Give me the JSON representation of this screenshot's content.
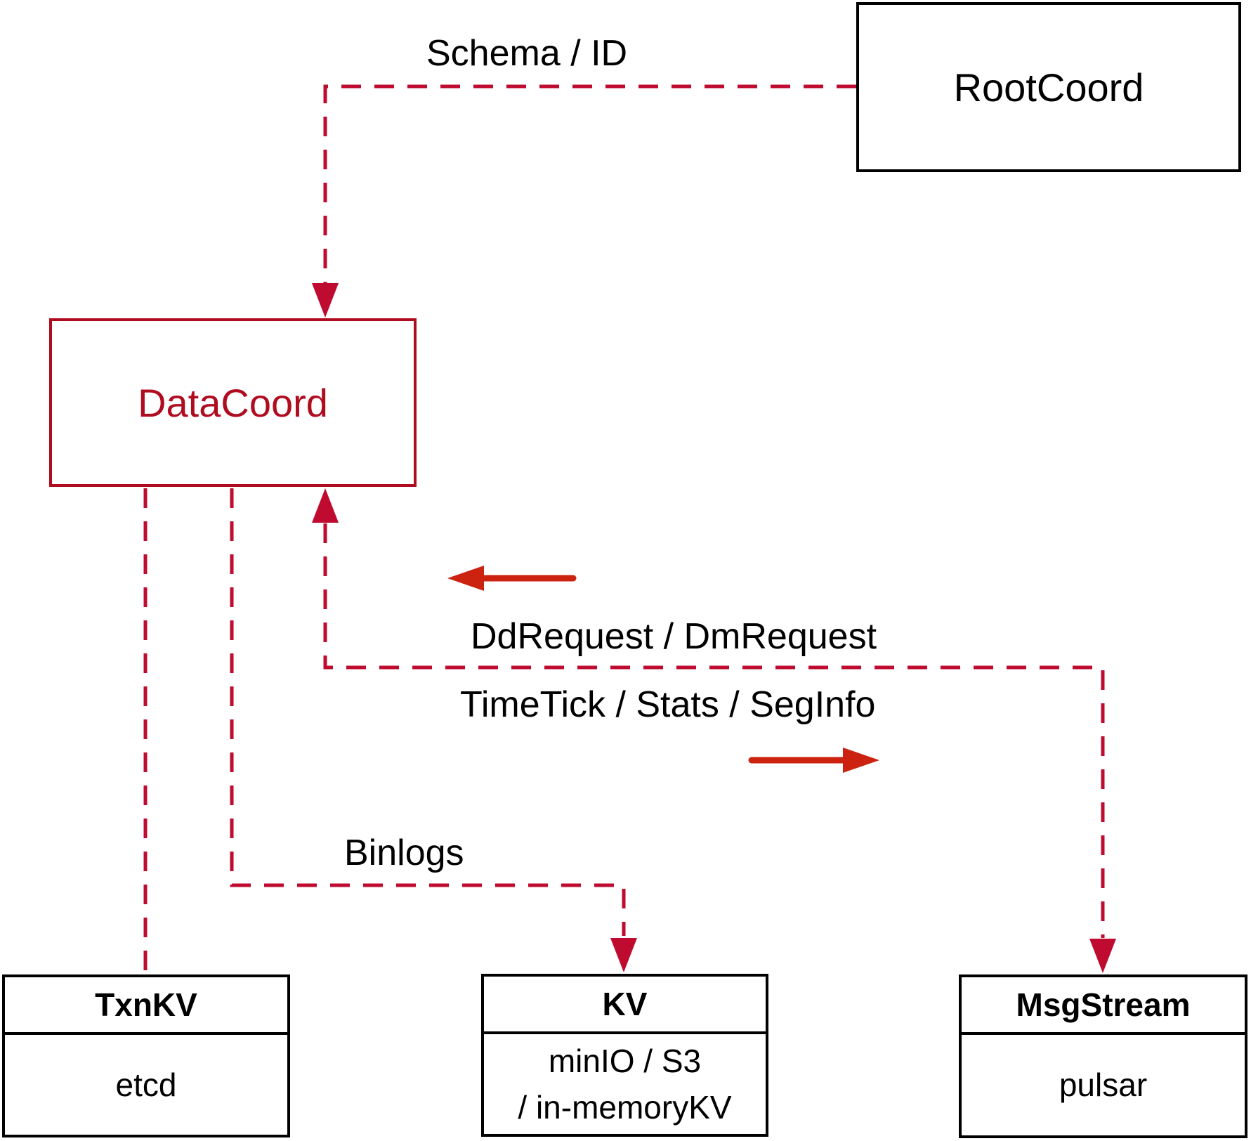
{
  "diagram": {
    "nodes": {
      "rootcoord": {
        "label": "RootCoord"
      },
      "datacoord": {
        "label": "DataCoord"
      },
      "txnkv": {
        "title": "TxnKV",
        "detail": "etcd"
      },
      "kv": {
        "title": "KV",
        "detail_line1": "minIO / S3",
        "detail_line2": "/ in-memoryKV"
      },
      "msgstream": {
        "title": "MsgStream",
        "detail": "pulsar"
      }
    },
    "edge_labels": {
      "schema_id": "Schema / ID",
      "dd_dm_request": "DdRequest / DmRequest",
      "timetick_stats_seginfo": "TimeTick / Stats / SegInfo",
      "binlogs": "Binlogs"
    },
    "colors": {
      "dashed_wire": "#BE0B2F",
      "datacoord_accent": "#B00C20",
      "solid_arrow": "#CC2210",
      "box_border": "#000000",
      "label_text": "#000000",
      "background": "#FFFFFF"
    }
  }
}
